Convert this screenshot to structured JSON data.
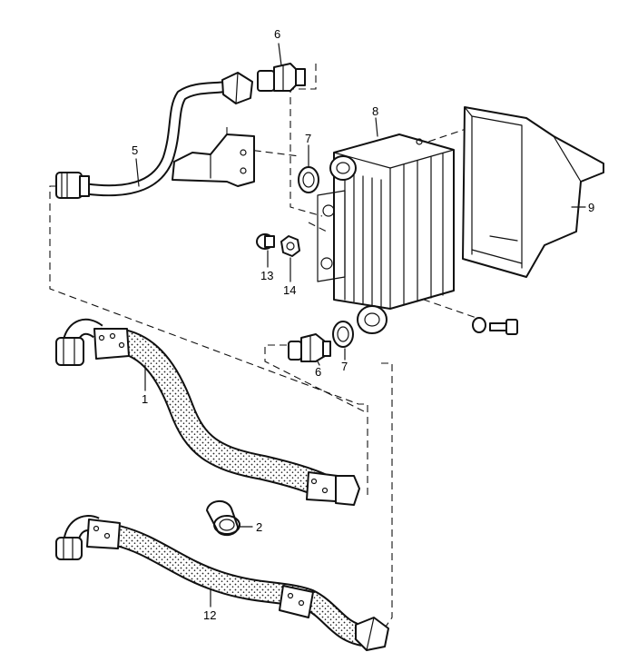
{
  "callouts": [
    {
      "id": "c6a",
      "text": "6"
    },
    {
      "id": "c7a",
      "text": "7"
    },
    {
      "id": "c8",
      "text": "8"
    },
    {
      "id": "c5",
      "text": "5"
    },
    {
      "id": "c9",
      "text": "9"
    },
    {
      "id": "c13",
      "text": "13"
    },
    {
      "id": "c14",
      "text": "14"
    },
    {
      "id": "c6b",
      "text": "6"
    },
    {
      "id": "c7b",
      "text": "7"
    },
    {
      "id": "c1",
      "text": "1"
    },
    {
      "id": "c2",
      "text": "2"
    },
    {
      "id": "c12",
      "text": "12"
    }
  ]
}
